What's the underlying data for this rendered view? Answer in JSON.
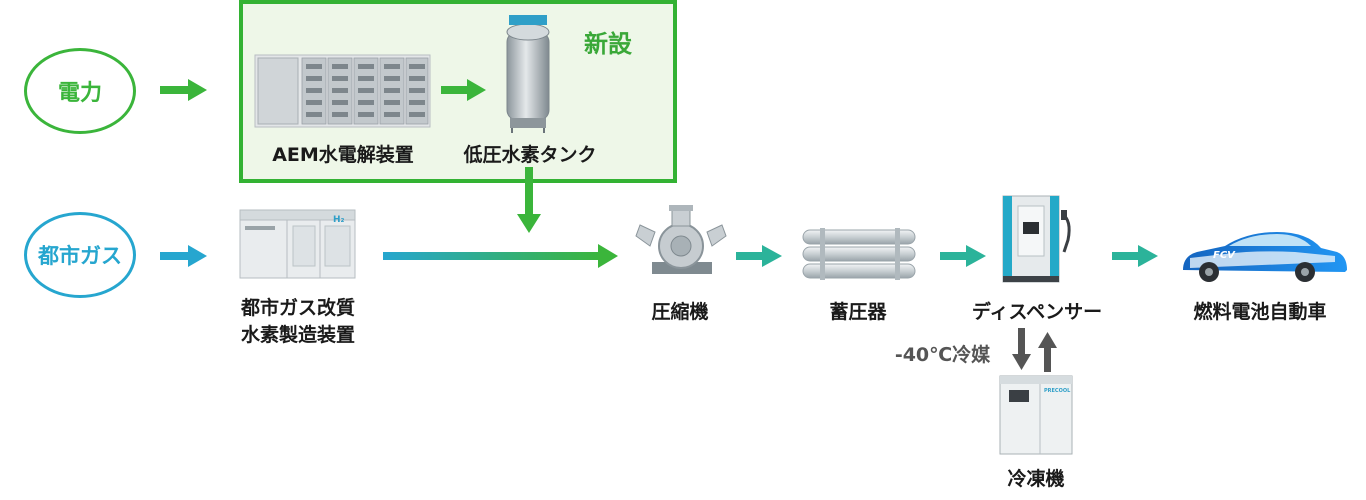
{
  "sources": {
    "power": "電力",
    "city_gas": "都市ガス"
  },
  "new_section": {
    "badge": "新設",
    "aem": "AEM水電解装置",
    "tank": "低圧水素タンク"
  },
  "equipment": {
    "reformer_line1": "都市ガス改質",
    "reformer_line2": "水素製造装置",
    "reformer_tag": "H₂",
    "compressor": "圧縮機",
    "accumulator": "蓄圧器",
    "dispenser": "ディスペンサー",
    "fcv": "燃料電池自動車",
    "fcv_tag": "FCV",
    "coolant": "-40℃冷媒",
    "chiller": "冷凍機",
    "chiller_tag": "PRECOOL"
  },
  "colors": {
    "green": "#3bb53b",
    "blue": "#26a6cf",
    "teal": "#2bb39a",
    "gray_arrow": "#555555"
  }
}
